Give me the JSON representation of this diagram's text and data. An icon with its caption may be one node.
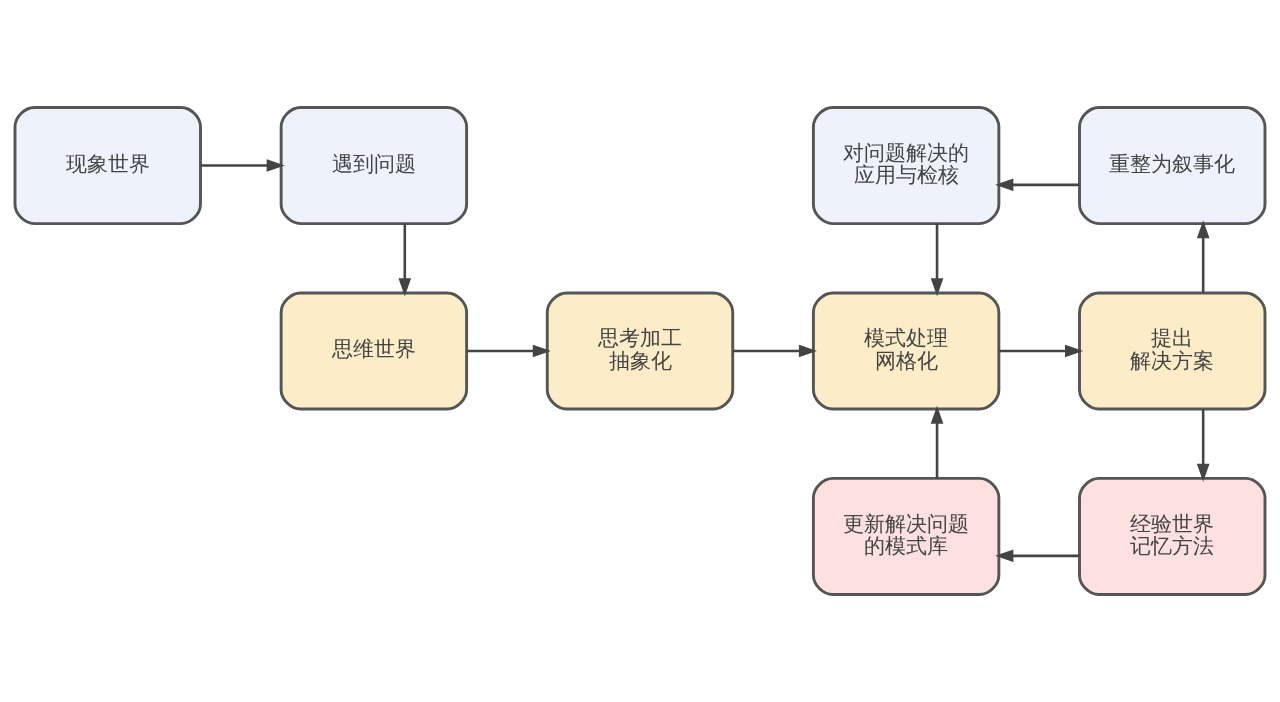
{
  "diagram": {
    "nodes": [
      {
        "text": [
          "现象世界"
        ]
      },
      {
        "text": [
          "遇到问题"
        ]
      },
      {
        "text": [
          "对问题解决的应用与检核"
        ]
      },
      {
        "text": [
          "重整为叙事化"
        ]
      },
      {
        "text": [
          "思维世界"
        ]
      },
      {
        "text": [
          "思考加工",
          "抽象化"
        ]
      },
      {
        "text": [
          "模式处理",
          "网格化"
        ]
      },
      {
        "text": [
          "提出",
          "解决方案"
        ]
      },
      {
        "text": [
          "更新解决问题的模式库"
        ]
      },
      {
        "text": [
          "经验世界",
          "记忆方法"
        ]
      }
    ],
    "edges": [
      {
        "from": 0,
        "to": 1,
        "arrow": "to"
      },
      {
        "from": 1,
        "to": 4,
        "arrow": "to"
      },
      {
        "from": 4,
        "to": 5,
        "arrow": "to"
      },
      {
        "from": 5,
        "to": 6,
        "arrow": "to"
      },
      {
        "from": 6,
        "to": 7,
        "arrow": "to"
      },
      {
        "from": 7,
        "to": 3,
        "arrow": "to"
      },
      {
        "from": 3,
        "to": 2,
        "arrow": "to"
      },
      {
        "from": 2,
        "to": 6,
        "arrow": "to"
      },
      {
        "from": 7,
        "to": 9,
        "arrow": "to"
      },
      {
        "from": 9,
        "to": 8,
        "arrow": "to"
      },
      {
        "from": 8,
        "to": 6,
        "arrow": "to"
      }
    ]
  }
}
